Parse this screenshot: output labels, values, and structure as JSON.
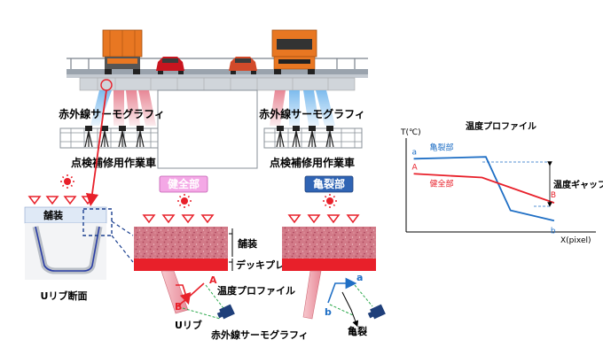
{
  "labels": {
    "thermo_left": "赤外線サーモグラフィ",
    "thermo_right": "赤外線サーモグラフィ",
    "vehicle_left": "点検補修用作業車",
    "vehicle_right": "点検補修用作業車",
    "healthy_badge": "健全部",
    "crack_badge": "亀裂部",
    "pavement_small": "舗装",
    "pavement": "舗装",
    "deck_plate": "デッキプレート",
    "temp_profile": "温度プロファイル",
    "u_rib_section": "Uリブ断面",
    "u_rib": "Uリブ",
    "thermo_bottom": "赤外線サーモグラフィ",
    "crack": "亀裂",
    "mark_A": "A",
    "mark_B": "B",
    "mark_a": "a",
    "mark_b": "b"
  },
  "chart_data": {
    "type": "line",
    "title": "温度プロファイル",
    "xlabel": "X(pixel)",
    "ylabel": "T(℃)",
    "gap_label": "温度ギャップ",
    "series": [
      {
        "name": "亀裂部",
        "color": "#1f6fc5",
        "start_label": "a",
        "end_label": "b",
        "points": [
          [
            0.04,
            0.78
          ],
          [
            0.42,
            0.8
          ],
          [
            0.55,
            0.23
          ],
          [
            0.78,
            0.12
          ]
        ]
      },
      {
        "name": "健全部",
        "color": "#e8202a",
        "start_label": "A",
        "end_label": "B",
        "points": [
          [
            0.04,
            0.62
          ],
          [
            0.4,
            0.58
          ],
          [
            0.78,
            0.31
          ]
        ]
      }
    ]
  },
  "colors": {
    "red": "#e8202a",
    "blue": "#1f6fc5",
    "truck": "#e87722",
    "pink_badge": "#f4a8e6",
    "blue_badge": "#2f64b4"
  }
}
